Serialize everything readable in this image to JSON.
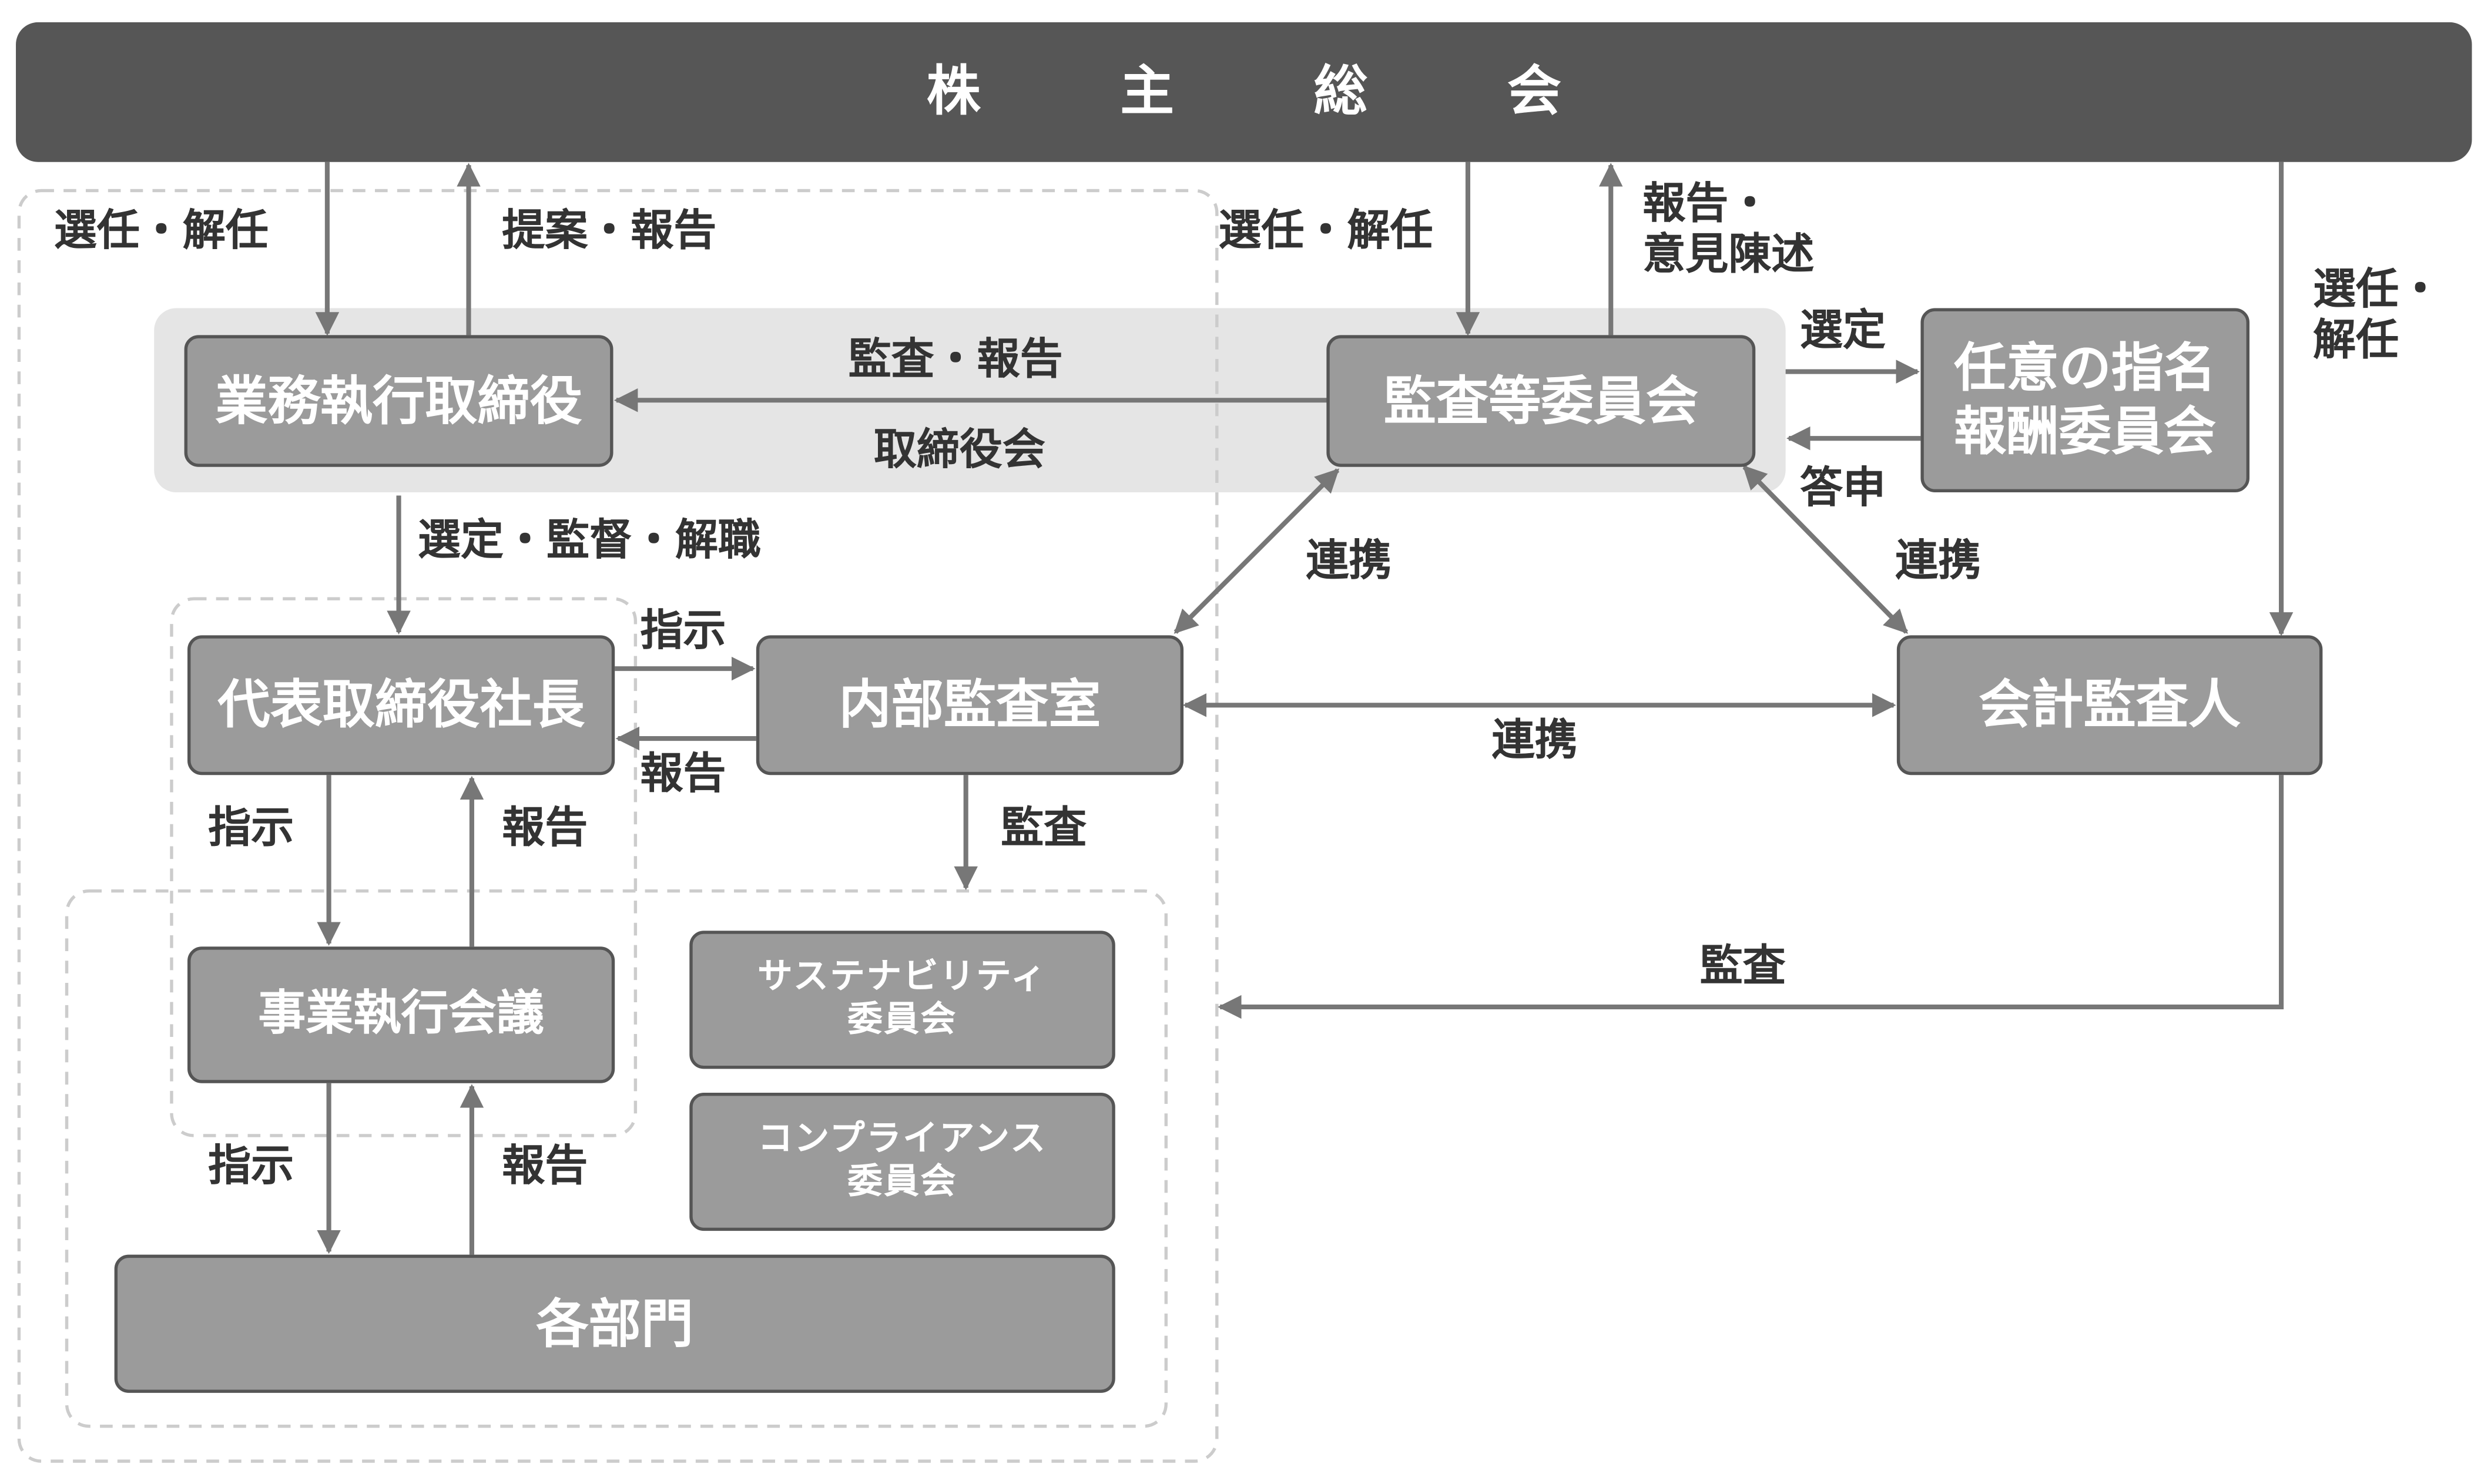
{
  "boxes": {
    "shareholders": "株 主 総 会",
    "exec_directors": "業務執行取締役",
    "audit_committee": "監査等委員会",
    "nomination_committee_l1": "任意の指名",
    "nomination_committee_l2": "報酬委員会",
    "president": "代表取締役社長",
    "internal_audit": "内部監査室",
    "accounting_auditor": "会計監査人",
    "exec_meeting": "事業執行会議",
    "sustainability_l1": "サステナビリティ",
    "sustainability_l2": "委員会",
    "compliance_l1": "コンプライアンス",
    "compliance_l2": "委員会",
    "departments": "各部門"
  },
  "labels": {
    "board": "取締役会",
    "elect_dismiss_left": "選任・解任",
    "proposal_report": "提案・報告",
    "elect_dismiss_mid": "選任・解任",
    "report_opinion_l1": "報告・",
    "report_opinion_l2": "意見陳述",
    "elect_dismiss_right_l1": "選任・",
    "elect_dismiss_right_l2": "解任",
    "audit_report": "監査・報告",
    "selection": "選定",
    "consultation_reply": "答申",
    "select_supervise_dismiss": "選定・監督・解職",
    "coop_1": "連携",
    "coop_2": "連携",
    "coop_3": "連携",
    "instruct_1": "指示",
    "report_1": "報告",
    "instruct_2": "指示",
    "report_2": "報告",
    "instruct_3": "指示",
    "report_3": "報告",
    "audit_1": "監査",
    "audit_2": "監査"
  },
  "colors": {
    "dark": "#565656",
    "box": "#9b9b9b",
    "band": "#e5e5e5",
    "arrow": "#777777",
    "dashed": "#c8c8c8"
  }
}
